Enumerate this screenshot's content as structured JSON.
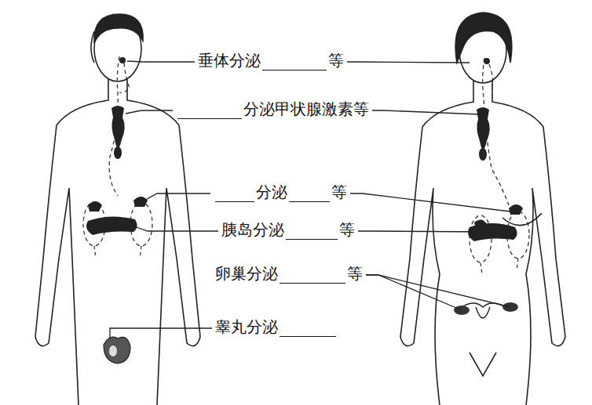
{
  "diagram": {
    "labels": [
      "垂体分泌",
      "等",
      "分泌甲状腺激素等",
      "分泌",
      "等",
      "胰岛分泌",
      "等",
      "卵巢分泌",
      "等",
      "睾丸分泌"
    ]
  }
}
